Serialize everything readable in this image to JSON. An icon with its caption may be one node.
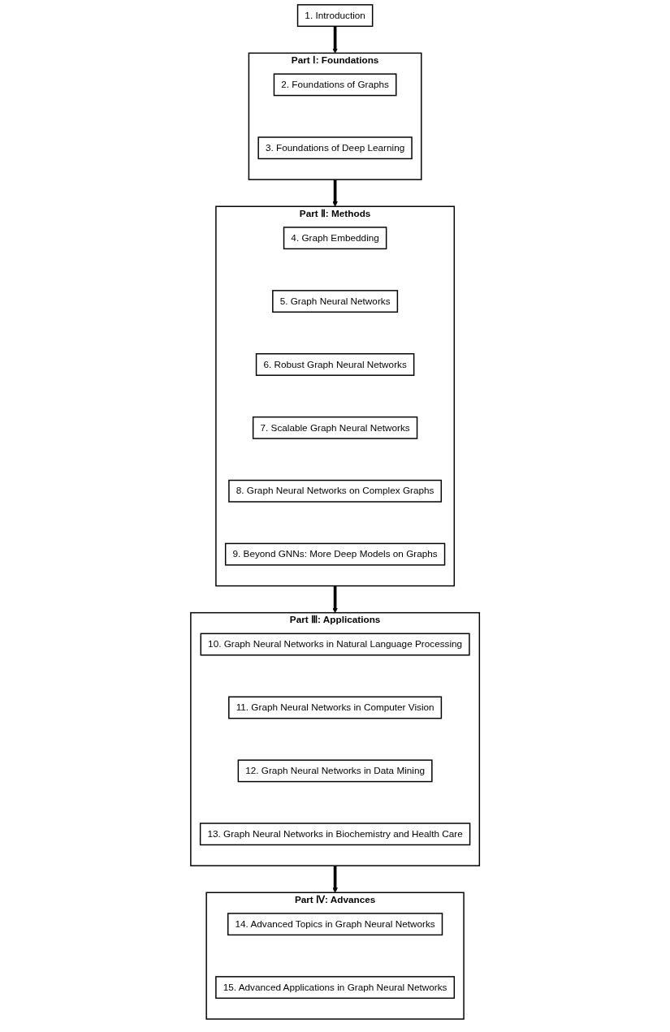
{
  "diagram": {
    "nodes": [
      {
        "text": [
          "1. Introduction"
        ]
      },
      {
        "text": [
          "Part Ⅰ: Foundations"
        ]
      },
      {
        "text": [
          "2. Foundations of Graphs"
        ],
        "in": 1
      },
      {
        "text": [
          "3. Foundations of Deep Learning"
        ],
        "in": 1
      },
      {
        "text": [
          "Part Ⅱ: Methods"
        ]
      },
      {
        "text": [
          "4. Graph Embedding"
        ],
        "in": 4
      },
      {
        "text": [
          "5. Graph Neural Networks"
        ],
        "in": 4
      },
      {
        "text": [
          "6. Robust Graph Neural Networks"
        ],
        "in": 4
      },
      {
        "text": [
          "7. Scalable Graph Neural Networks"
        ],
        "in": 4
      },
      {
        "text": [
          "8. Graph Neural Networks on Complex Graphs"
        ],
        "in": 4
      },
      {
        "text": [
          "9. Beyond GNNs: More Deep Models on Graphs"
        ],
        "in": 4
      },
      {
        "text": [
          "Part Ⅲ: Applications"
        ]
      },
      {
        "text": [
          "10. Graph Neural Networks in Natural Language Processing"
        ],
        "in": 11
      },
      {
        "text": [
          "11. Graph Neural Networks in Computer Vision"
        ],
        "in": 11
      },
      {
        "text": [
          "12. Graph Neural Networks in Data Mining"
        ],
        "in": 11
      },
      {
        "text": [
          "13. Graph Neural Networks in Biochemistry and Health Care"
        ],
        "in": 11
      },
      {
        "text": [
          "Part Ⅳ: Advances"
        ]
      },
      {
        "text": [
          "14. Advanced Topics in Graph Neural Networks"
        ],
        "in": 16
      },
      {
        "text": [
          "15. Advanced Applications in Graph Neural Networks"
        ],
        "in": 16
      }
    ],
    "edges": [
      {
        "from": 0,
        "to": 1,
        "arrow": "to"
      },
      {
        "from": 1,
        "to": 4,
        "arrow": "to"
      },
      {
        "from": 4,
        "to": 11,
        "arrow": "to"
      },
      {
        "from": 11,
        "to": 16,
        "arrow": "to"
      }
    ]
  }
}
